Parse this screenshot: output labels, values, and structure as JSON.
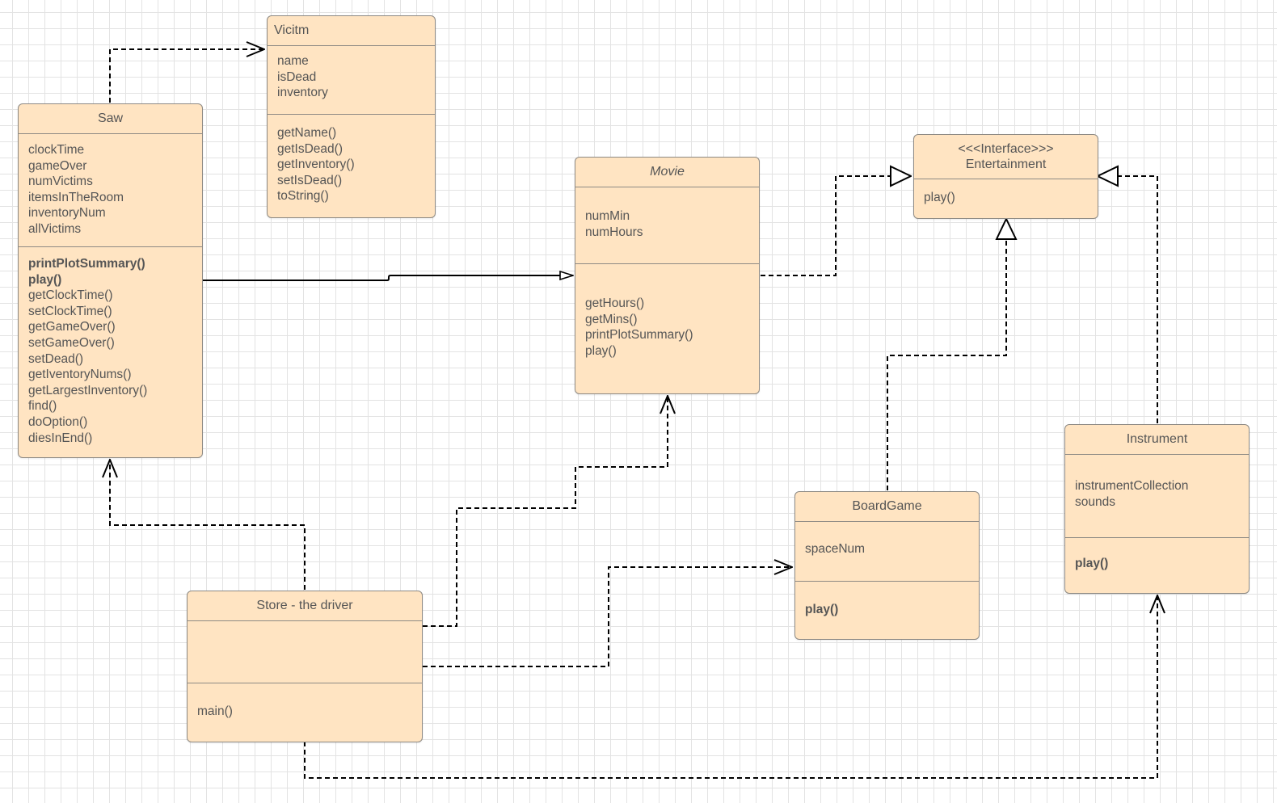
{
  "classes": {
    "vicitm": {
      "title": "Vicitm",
      "attributes": [
        "name",
        "isDead",
        "inventory"
      ],
      "methods": [
        "getName()",
        "getIsDead()",
        "getInventory()",
        "setIsDead()",
        "toString()"
      ]
    },
    "saw": {
      "title": "Saw",
      "attributes": [
        "clockTime",
        "gameOver",
        "numVictims",
        "itemsInTheRoom",
        "inventoryNum",
        "allVictims"
      ],
      "methods_bold": [
        "printPlotSummary()",
        "play()"
      ],
      "methods": [
        "getClockTime()",
        "setClockTime()",
        "getGameOver()",
        "setGameOver()",
        "setDead()",
        "getIventoryNums()",
        "getLargestInventory()",
        "find()",
        "doOption()",
        "diesInEnd()"
      ]
    },
    "movie": {
      "title": "Movie",
      "attributes": [
        "numMin",
        "numHours"
      ],
      "methods": [
        "getHours()",
        "getMins()",
        "printPlotSummary()",
        "play()"
      ]
    },
    "entertainment": {
      "stereotype": "<<<Interface>>>",
      "title": "Entertainment",
      "methods": [
        "play()"
      ]
    },
    "boardgame": {
      "title": "BoardGame",
      "attributes": [
        "spaceNum"
      ],
      "methods": [
        "play()"
      ]
    },
    "instrument": {
      "title": "Instrument",
      "attributes": [
        "instrumentCollection",
        "sounds"
      ],
      "methods": [
        "play()"
      ]
    },
    "store": {
      "title": "Store - the driver",
      "methods": [
        "main()"
      ]
    }
  },
  "colors": {
    "box_fill": "#ffe4c2",
    "box_border": "#8e8a84",
    "text": "#555555",
    "line": "#000000"
  }
}
